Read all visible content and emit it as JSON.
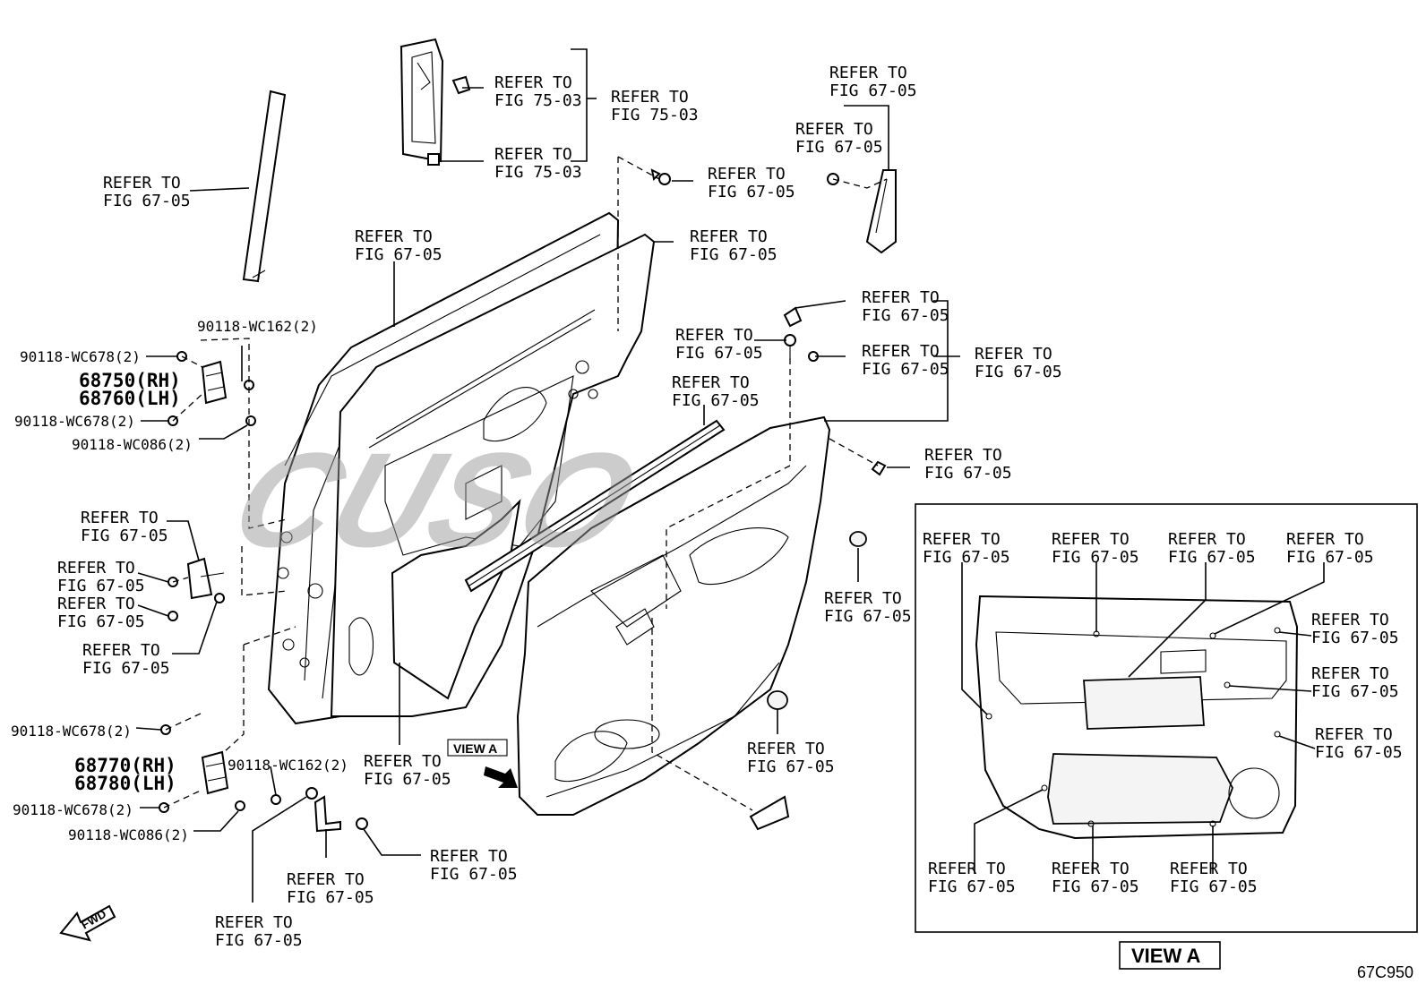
{
  "labels": {
    "refer_to": "REFER TO",
    "fig_67_05": "FIG 67-05",
    "fig_75_03": "FIG 75-03"
  },
  "parts": {
    "p_wc162": "90118-WC162(2)",
    "p_wc678": "90118-WC678(2)",
    "p_wc086": "90118-WC086(2)",
    "hinge_upper_rh": "68750(RH)",
    "hinge_upper_lh": "68760(LH)",
    "hinge_lower_rh": "68770(RH)",
    "hinge_lower_lh": "68780(LH)"
  },
  "view_a": "VIEW A",
  "fwd": "FWD",
  "diagram_code": "67C950",
  "watermark": "CUSO"
}
